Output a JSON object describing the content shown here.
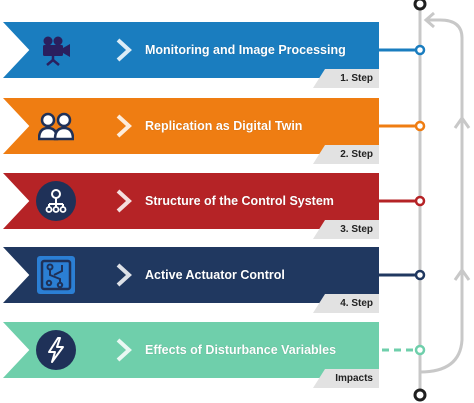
{
  "steps": [
    {
      "title": "Monitoring and Image Processing",
      "tag": "1. Step",
      "color": "#1a7dbf",
      "icon": "video-camera-icon"
    },
    {
      "title": "Replication as Digital Twin",
      "tag": "2. Step",
      "color": "#ef7d12",
      "icon": "people-icon"
    },
    {
      "title": "Structure of the Control System",
      "tag": "3. Step",
      "color": "#b52326",
      "icon": "network-icon"
    },
    {
      "title": "Active Actuator Control",
      "tag": "4. Step",
      "color": "#203860",
      "icon": "circuit-board-icon"
    },
    {
      "title": "Effects of Disturbance Variables",
      "tag": "Impacts",
      "color": "#6fcfab",
      "icon": "lightning-icon"
    }
  ],
  "colors": {
    "icon_circle": "#1f3158",
    "loop_line": "#c8c8c8",
    "connector_dark": "#1f3158"
  }
}
